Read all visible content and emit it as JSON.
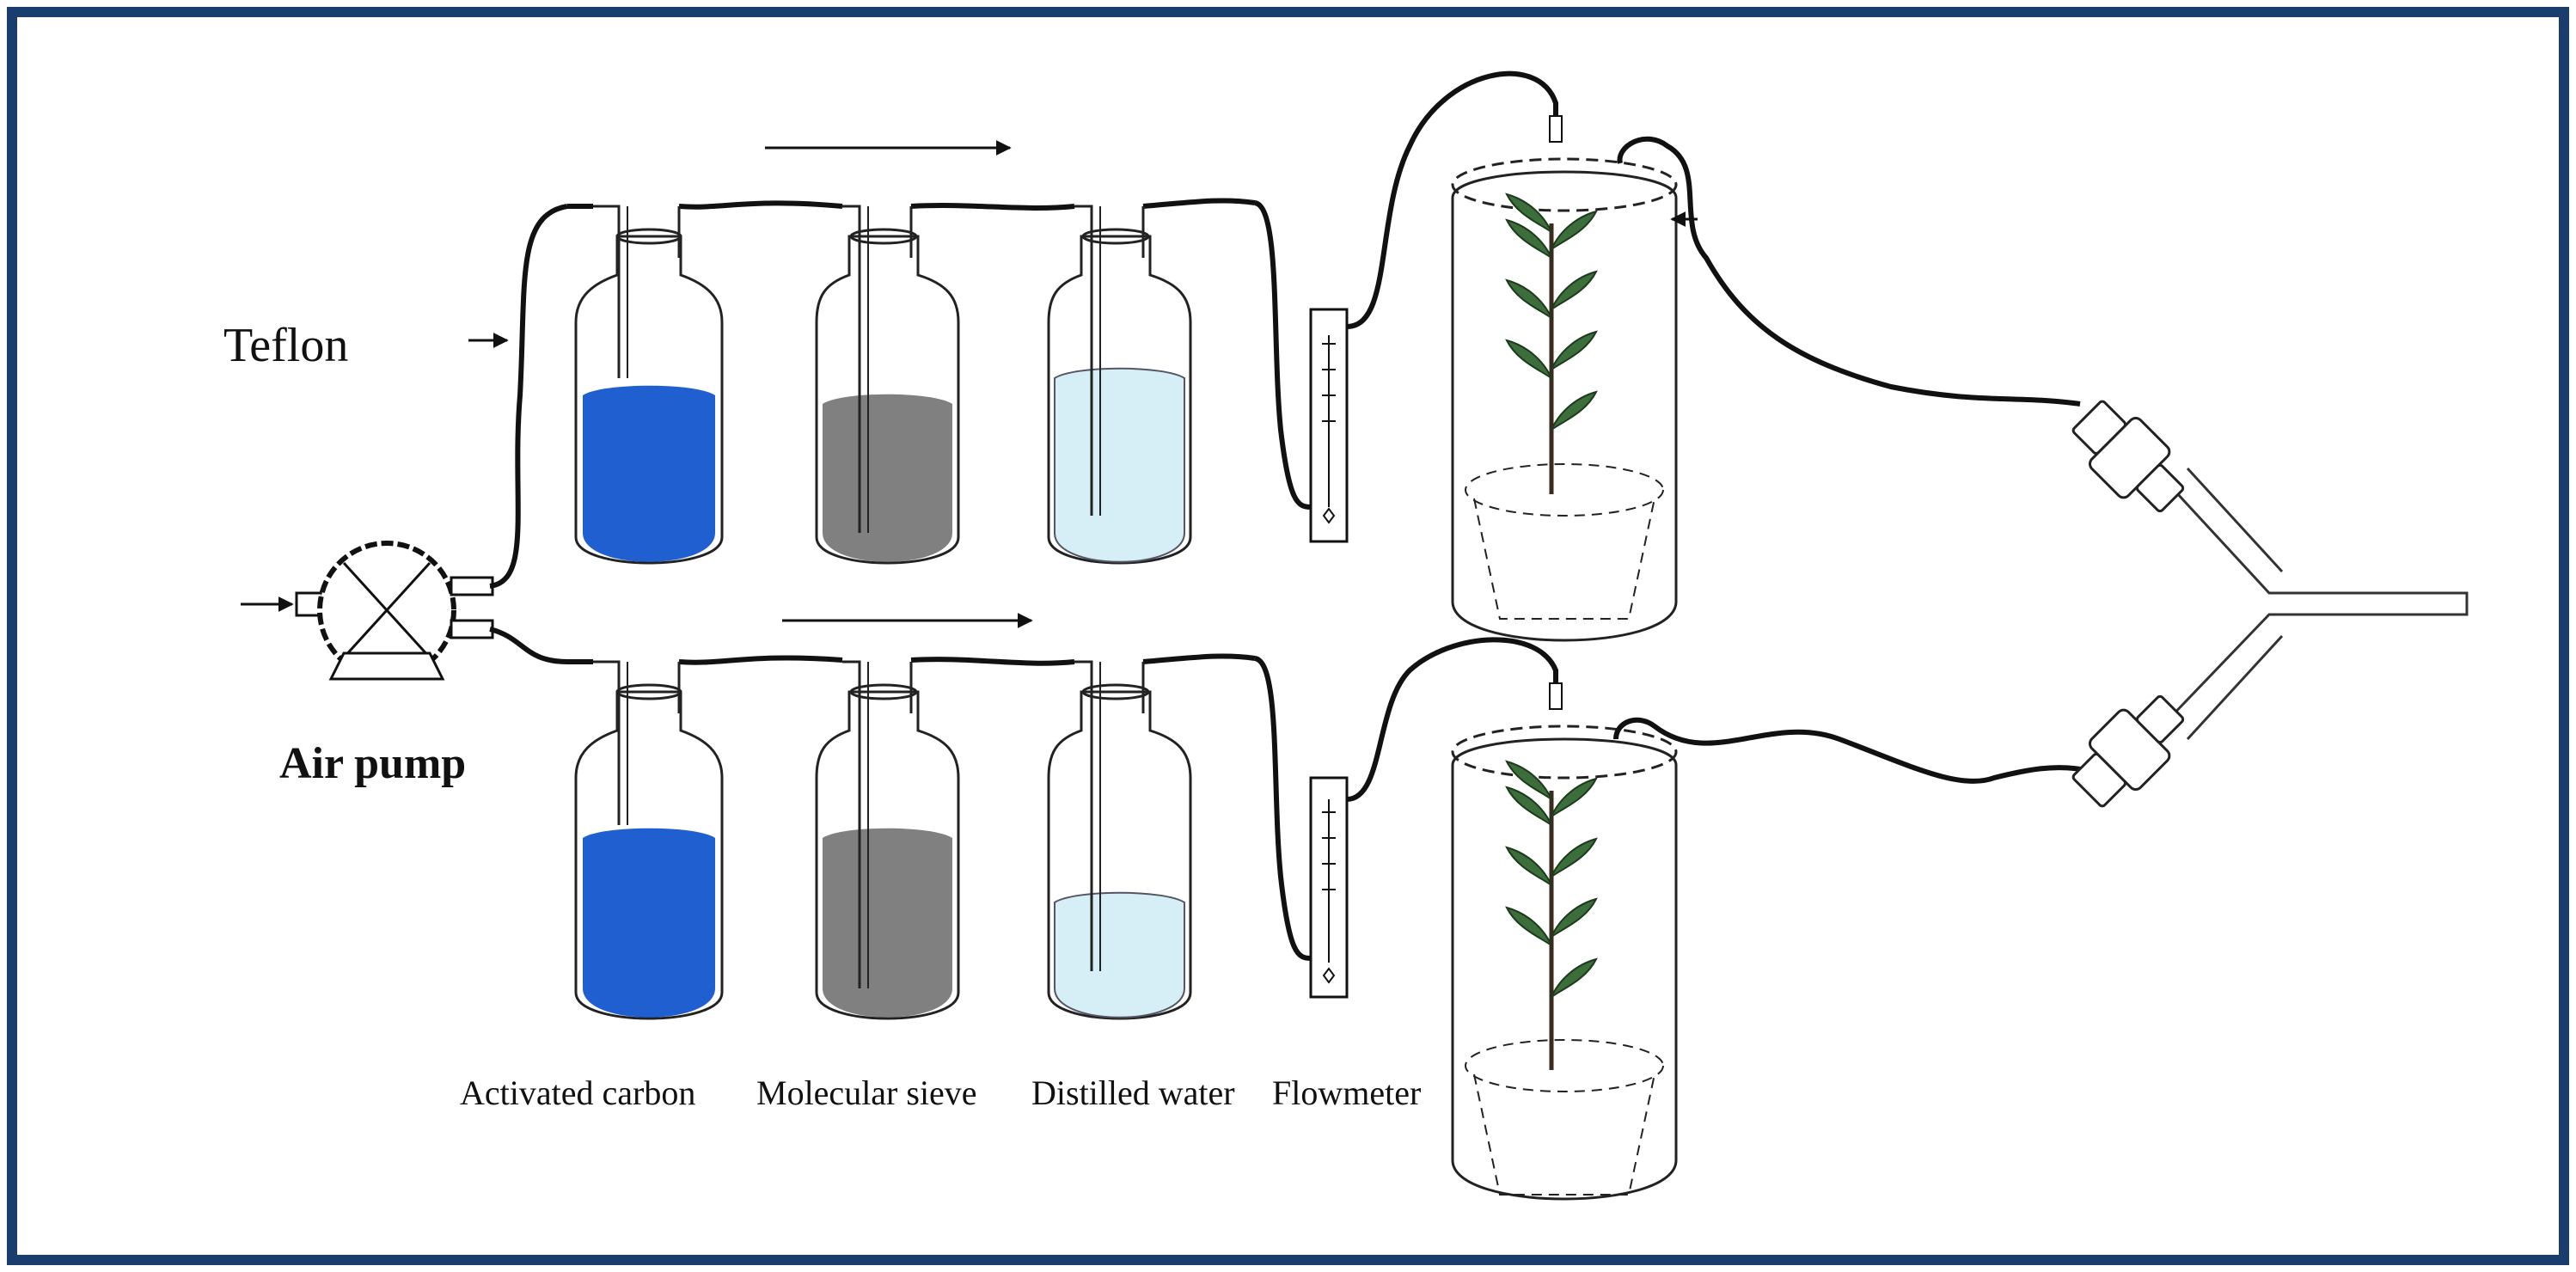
{
  "labels": {
    "teflon": "Teflon",
    "air_pump": "Air pump",
    "activated_carbon": "Activated carbon",
    "molecular_sieve": "Molecular sieve",
    "distilled_water": "Distilled water",
    "flowmeter": "Flowmeter"
  },
  "colors": {
    "frame_border": "#1a3d6e",
    "activated_carbon_fill": "#1f5fd0",
    "molecular_sieve_fill": "#808080",
    "distilled_water_fill": "#d6eef6",
    "tubing": "#111111",
    "plant_leaf": "#3b6e3b"
  }
}
